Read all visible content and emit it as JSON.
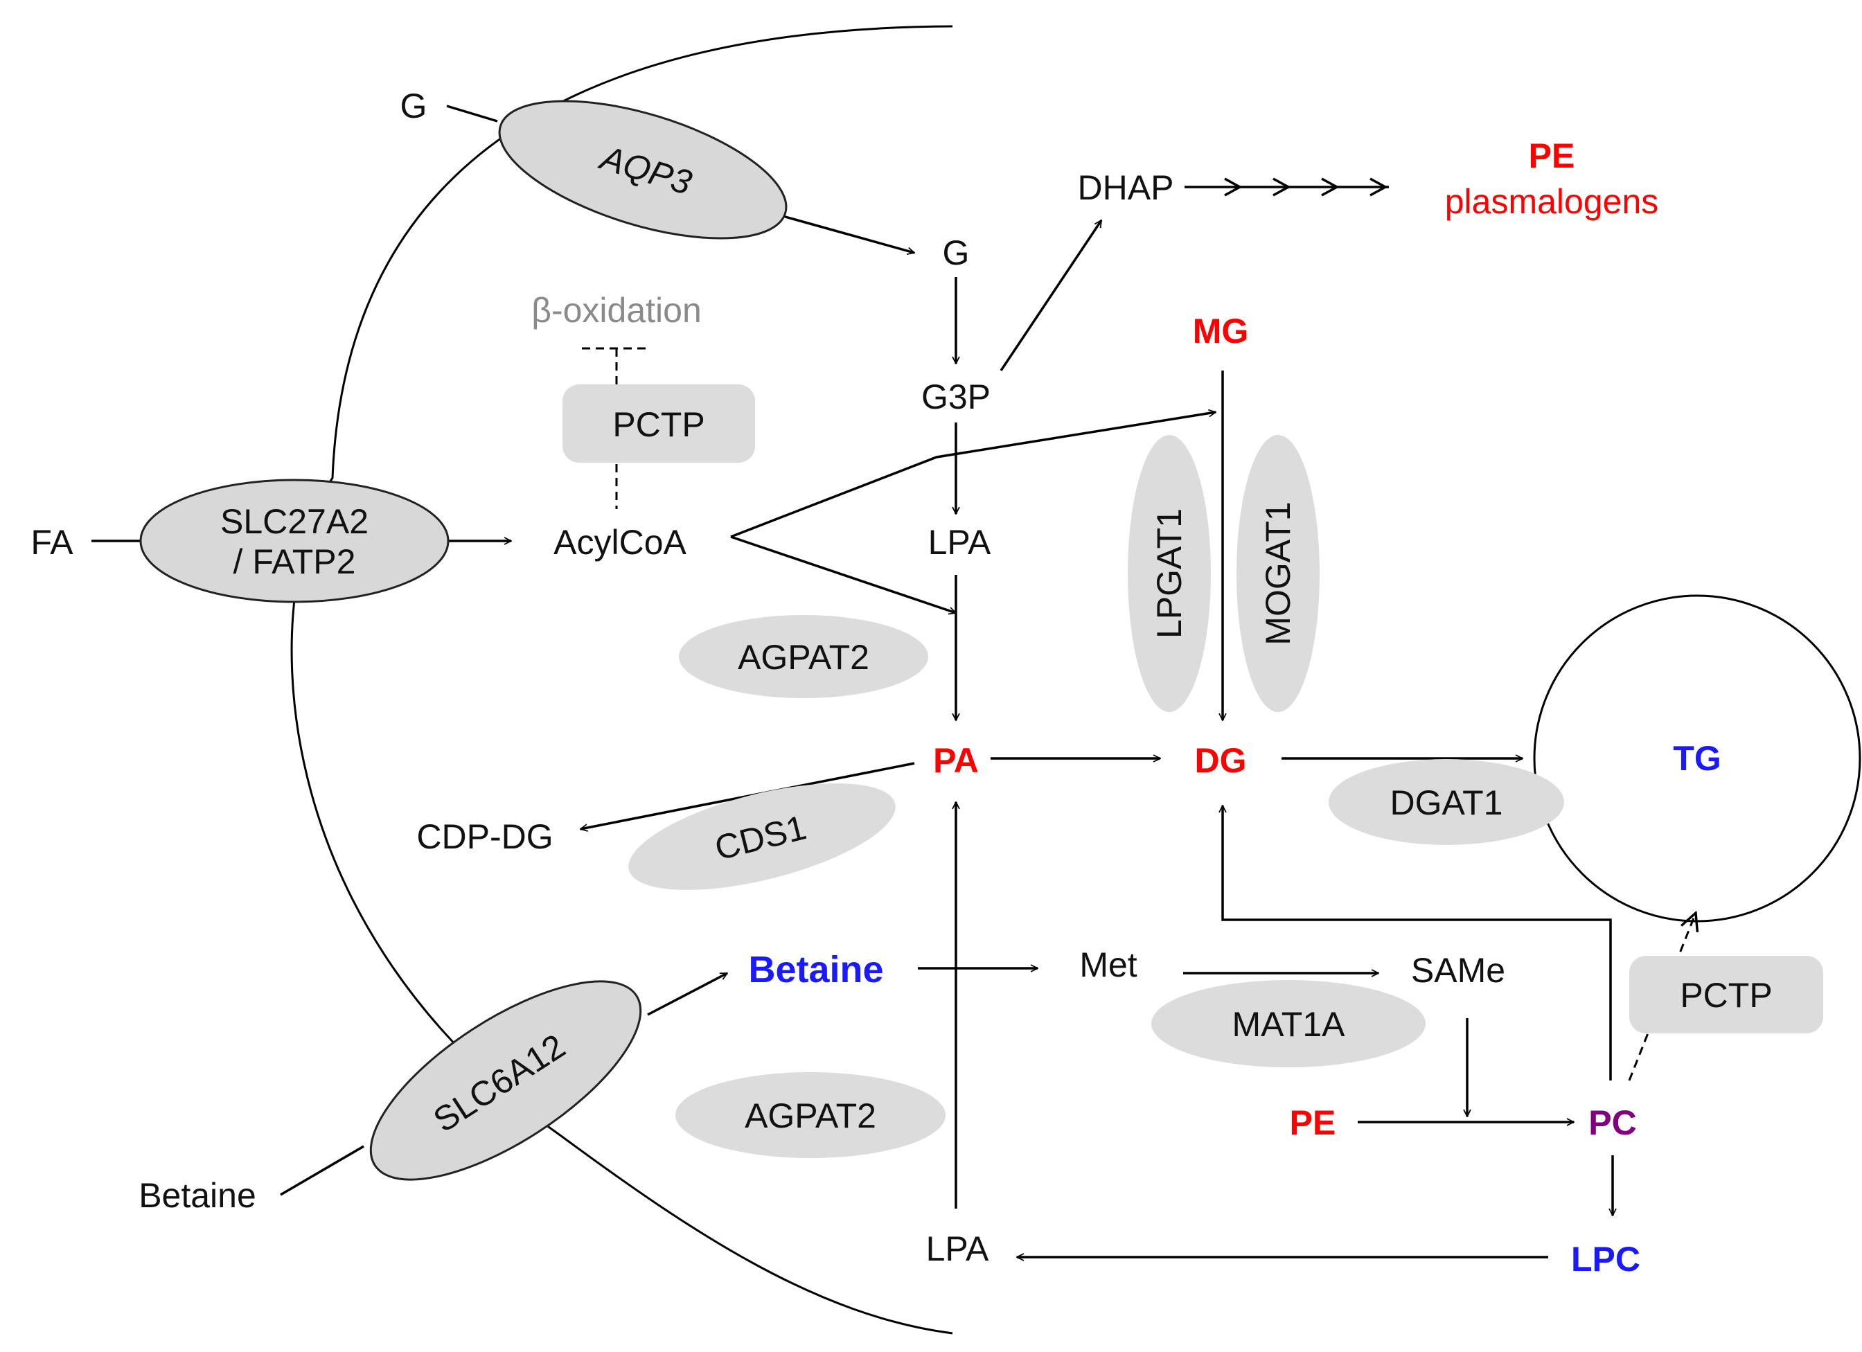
{
  "colors": {
    "red": "#ff0000",
    "blue": "#1a1aff",
    "purple": "#800080",
    "gray_text": "#8a8a8a",
    "enzyme_fill": "#dcdcdc",
    "transporter_fill": "#d8d8d8"
  },
  "transporters": {
    "aqp3": "AQP3",
    "slc27a2_line1": "SLC27A2",
    "slc27a2_line2": "/ FATP2",
    "slc6a12": "SLC6A12"
  },
  "outside": {
    "g": "G",
    "fa": "FA",
    "betaine": "Betaine"
  },
  "metabolites": {
    "g": "G",
    "g3p": "G3P",
    "dhap": "DHAP",
    "pe_top": "PE",
    "plasmalogens": "plasmalogens",
    "beta_oxidation": "β-oxidation",
    "acylcoa": "AcylCoA",
    "lpa_top": "LPA",
    "mg": "MG",
    "pa": "PA",
    "dg": "DG",
    "tg": "TG",
    "cdp_dg": "CDP-DG",
    "betaine": "Betaine",
    "met": "Met",
    "same": "SAMe",
    "pe_bottom": "PE",
    "pc": "PC",
    "lpc": "LPC",
    "lpa_bottom": "LPA"
  },
  "enzymes": {
    "pctp_top": "PCTP",
    "agpat2_top": "AGPAT2",
    "lpgat1": "LPGAT1",
    "mogat1": "MOGAT1",
    "dgat1": "DGAT1",
    "cds1": "CDS1",
    "mat1a": "MAT1A",
    "agpat2_bottom": "AGPAT2",
    "pctp_right": "PCTP"
  }
}
